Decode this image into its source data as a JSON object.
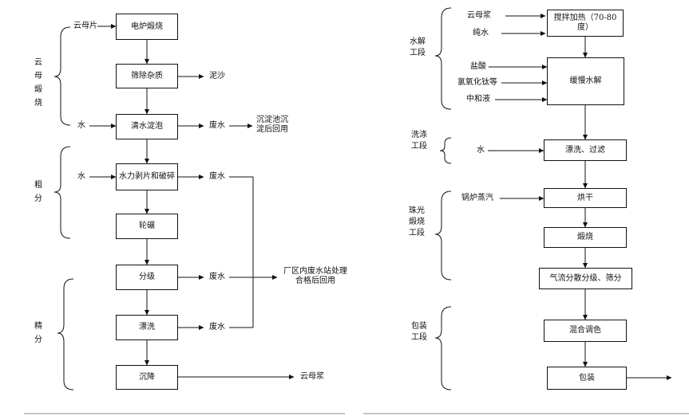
{
  "left": {
    "boxes": {
      "calcine": "电炉煅烧",
      "screen": "筛除杂质",
      "wash_sediment": "清水淀泡",
      "hydro_split": "水力剥片和破碎",
      "roll": "轮碾",
      "classify": "分级",
      "rinse": "漂洗",
      "settle": "沉降"
    },
    "inputs": {
      "mica_flake": "云母片",
      "water_1": "水",
      "water_2": "水"
    },
    "outputs": {
      "silt": "泥沙",
      "wastewater_1": "废水",
      "sediment_note": "沉淀池沉淀后回用",
      "wastewater_2": "废水",
      "wastewater_3": "废水",
      "wastewater_4": "废水",
      "plant_treatment": "厂区内废水站处理合格后回用",
      "mica_slurry": "云母浆"
    },
    "stages": {
      "calcination": "云母煅烧",
      "coarse": "粗分",
      "fine": "精分"
    }
  },
  "right": {
    "boxes": {
      "stir_heat": "搅拌加热（70-80度）",
      "slow_hydrolysis": "缓慢水解",
      "wash_filter": "漂洗、过滤",
      "dry": "烘干",
      "calcine": "煅烧",
      "air_classify": "气流分散分级、筛分",
      "mix_color": "混合调色",
      "package": "包装"
    },
    "inputs": {
      "mica_slurry": "云母浆",
      "pure_water": "纯水",
      "hcl": "盐酸",
      "ticl4": "氯氧化钛等",
      "neutralizer": "中和液",
      "water": "水",
      "steam": "锅炉蒸汽"
    },
    "stages": {
      "hydrolysis": "水解工段",
      "washing": "洗涤工段",
      "pearl_calcine": "珠光煅烧工段",
      "packaging": "包装工段"
    }
  },
  "colors": {
    "line": "#111111",
    "background": "#ffffff"
  }
}
